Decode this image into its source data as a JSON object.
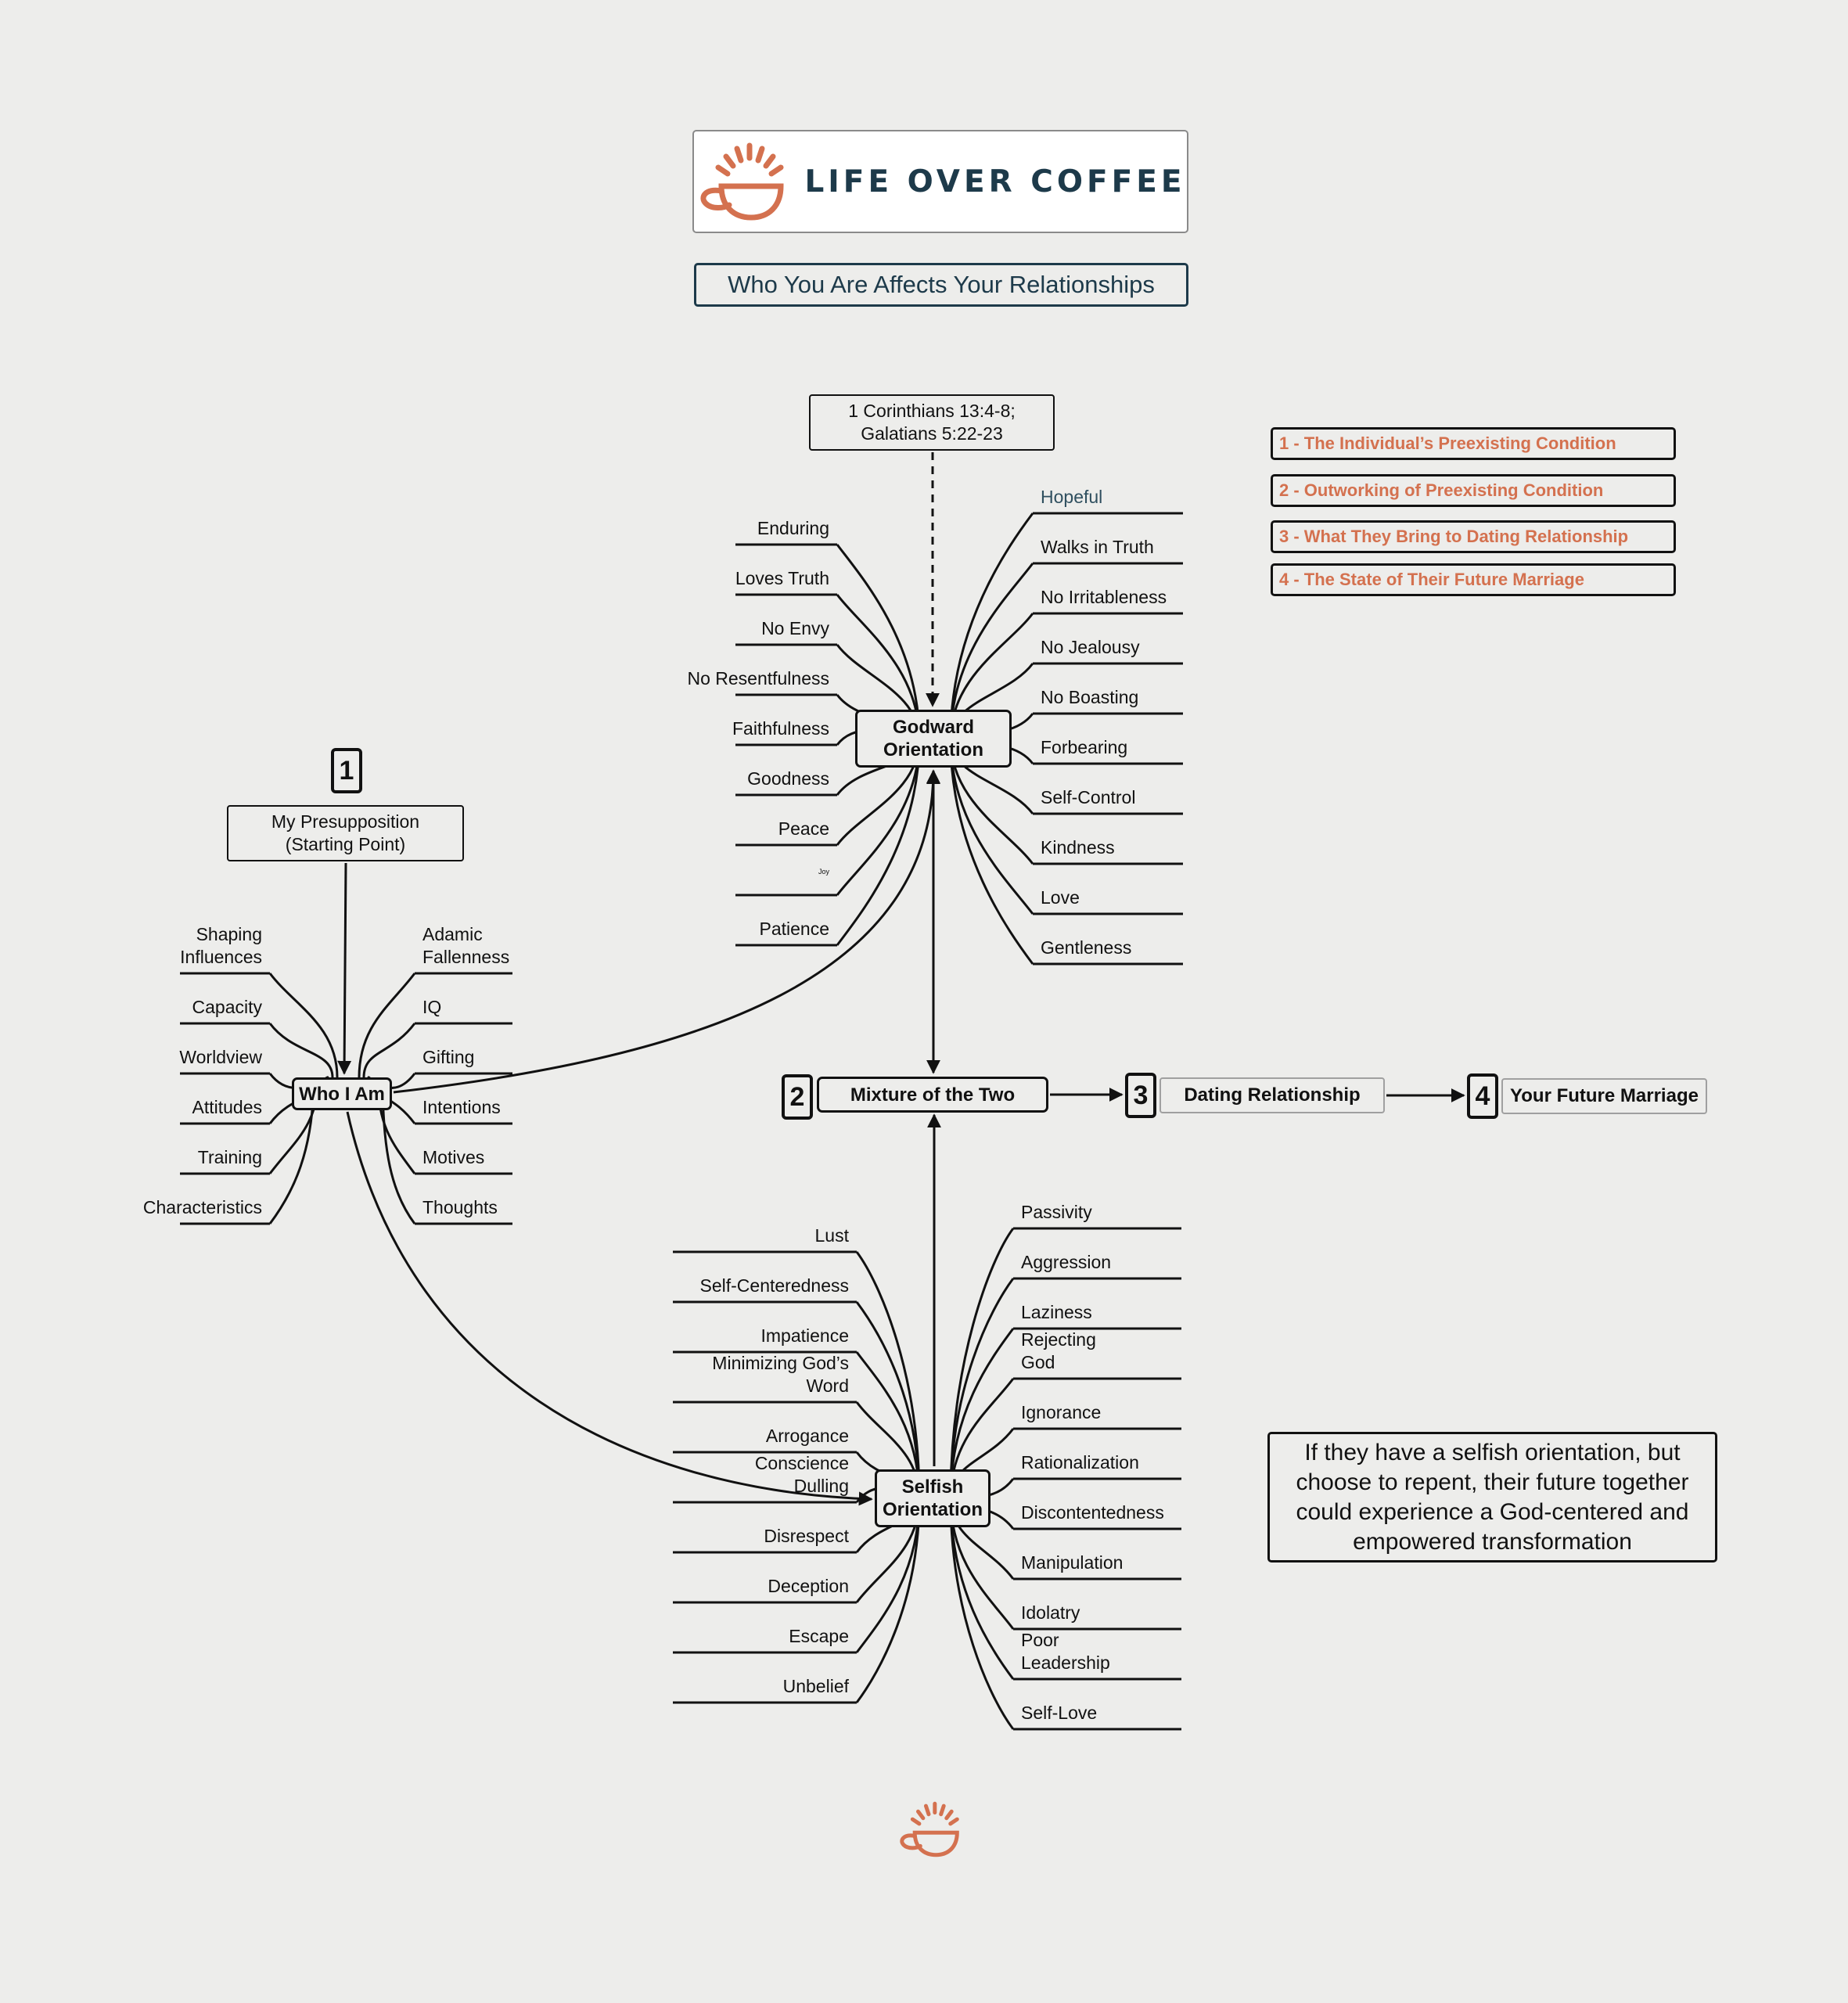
{
  "brand": {
    "name": "LIFE OVER COFFEE",
    "logo_icon": "coffee-cup-sunrise-icon",
    "accent_color": "#d4714f",
    "navy_color": "#1d3a4a"
  },
  "title": "Who You Are Affects Your Relationships",
  "scripture": [
    "1 Corinthians 13:4-8;",
    "Galatians 5:22-23"
  ],
  "presupposition": [
    "My Presupposition",
    "(Starting Point)"
  ],
  "nodes": {
    "godward": [
      "Godward",
      "Orientation"
    ],
    "selfish": [
      "Selfish",
      "Orientation"
    ],
    "who_i_am": "Who I Am",
    "mixture": "Mixture of the Two",
    "dating": "Dating Relationship",
    "marriage": "Your Future Marriage"
  },
  "numbers": [
    "1",
    "2",
    "3",
    "4"
  ],
  "legend": [
    "1 - The Individual’s Preexisting Condition",
    "2 - Outworking of Preexisting Condition",
    "3 - What They Bring to Dating Relationship",
    "4 - The State of Their Future Marriage"
  ],
  "who_i_am_left": [
    "Shaping Influences",
    "Capacity",
    "Worldview",
    "Attitudes",
    "Training",
    "Characteristics"
  ],
  "who_i_am_right": [
    "Adamic Fallenness",
    "IQ",
    "Gifting",
    "Intentions",
    "Motives",
    "Thoughts"
  ],
  "godward_left": [
    "Enduring",
    "Loves Truth",
    "No Envy",
    "No Resentfulness",
    "Faithfulness",
    "Goodness",
    "Peace",
    "Joy",
    "Patience"
  ],
  "godward_right": [
    "Hopeful",
    "Walks in Truth",
    "No Irritableness",
    "No Jealousy",
    "No Boasting",
    "Forbearing",
    "Self-Control",
    "Kindness",
    "Love",
    "Gentleness"
  ],
  "selfish_left": [
    "Lust",
    "Self-Centeredness",
    "Impatience",
    "Minimizing God’s Word",
    "Arrogance",
    "Conscience Dulling",
    "Disrespect",
    "Deception",
    "Escape",
    "Unbelief"
  ],
  "selfish_right": [
    "Passivity",
    "Aggression",
    "Laziness",
    "Rejecting God",
    "Ignorance",
    "Rationalization",
    "Discontentedness",
    "Manipulation",
    "Idolatry",
    "Poor Leadership",
    "Self-Love"
  ],
  "note": "If they have a selfish orientation, but choose to repent, their future together could experience a God-centered and empowered transformation"
}
